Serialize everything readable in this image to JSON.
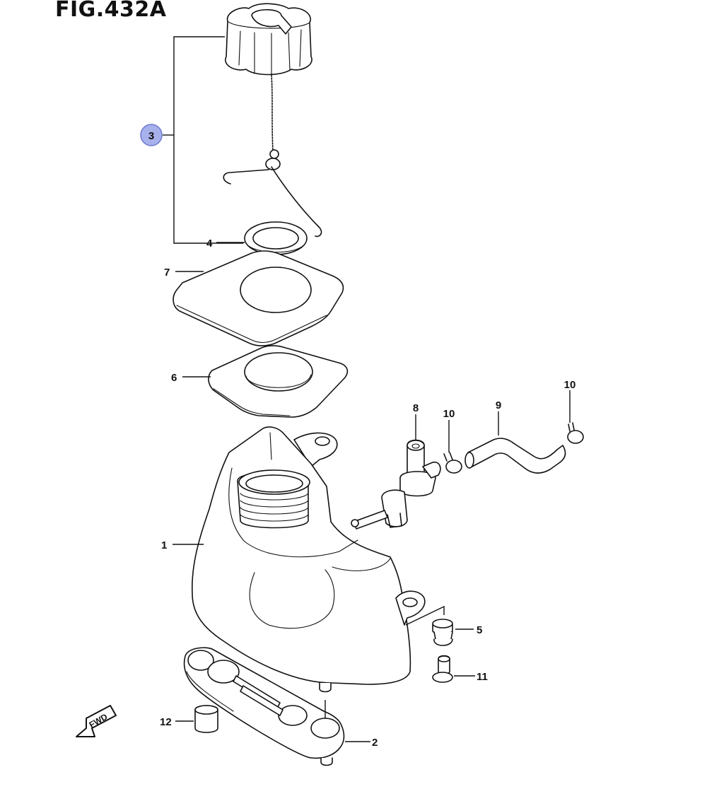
{
  "figure": {
    "title": "FIG.432A"
  },
  "callouts": {
    "c1": "1",
    "c2": "2",
    "c3": "3",
    "c4": "4",
    "c5": "5",
    "c6": "6",
    "c7": "7",
    "c8": "8",
    "c9": "9",
    "c10a": "10",
    "c10b": "10",
    "c11": "11",
    "c12": "12"
  },
  "fwd_arrow": {
    "label": "FWD"
  },
  "highlight": {
    "selected_callout": "3",
    "color": "#a7b1ec"
  }
}
